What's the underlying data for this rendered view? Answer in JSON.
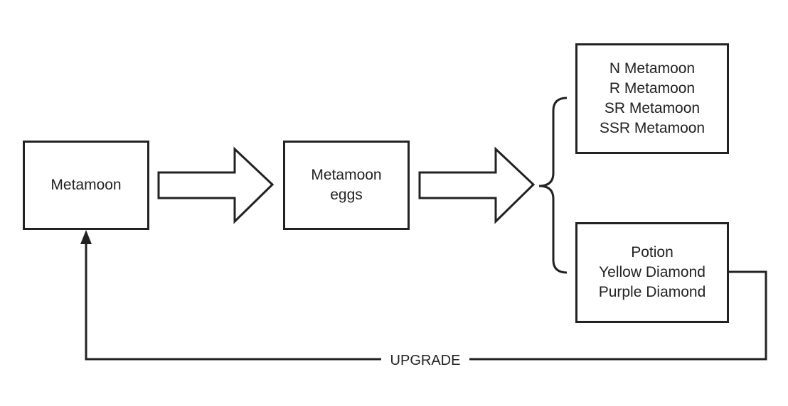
{
  "diagram": {
    "nodes": {
      "metamoon": {
        "lines": [
          "Metamoon"
        ]
      },
      "eggs": {
        "lines": [
          "Metamoon",
          "eggs"
        ]
      },
      "rarities": {
        "lines": [
          "N Metamoon",
          "R Metamoon",
          "SR Metamoon",
          "SSR Metamoon"
        ]
      },
      "items": {
        "lines": [
          "Potion",
          "Yellow Diamond",
          "Purple Diamond"
        ]
      }
    },
    "edge_label": "UPGRADE"
  }
}
